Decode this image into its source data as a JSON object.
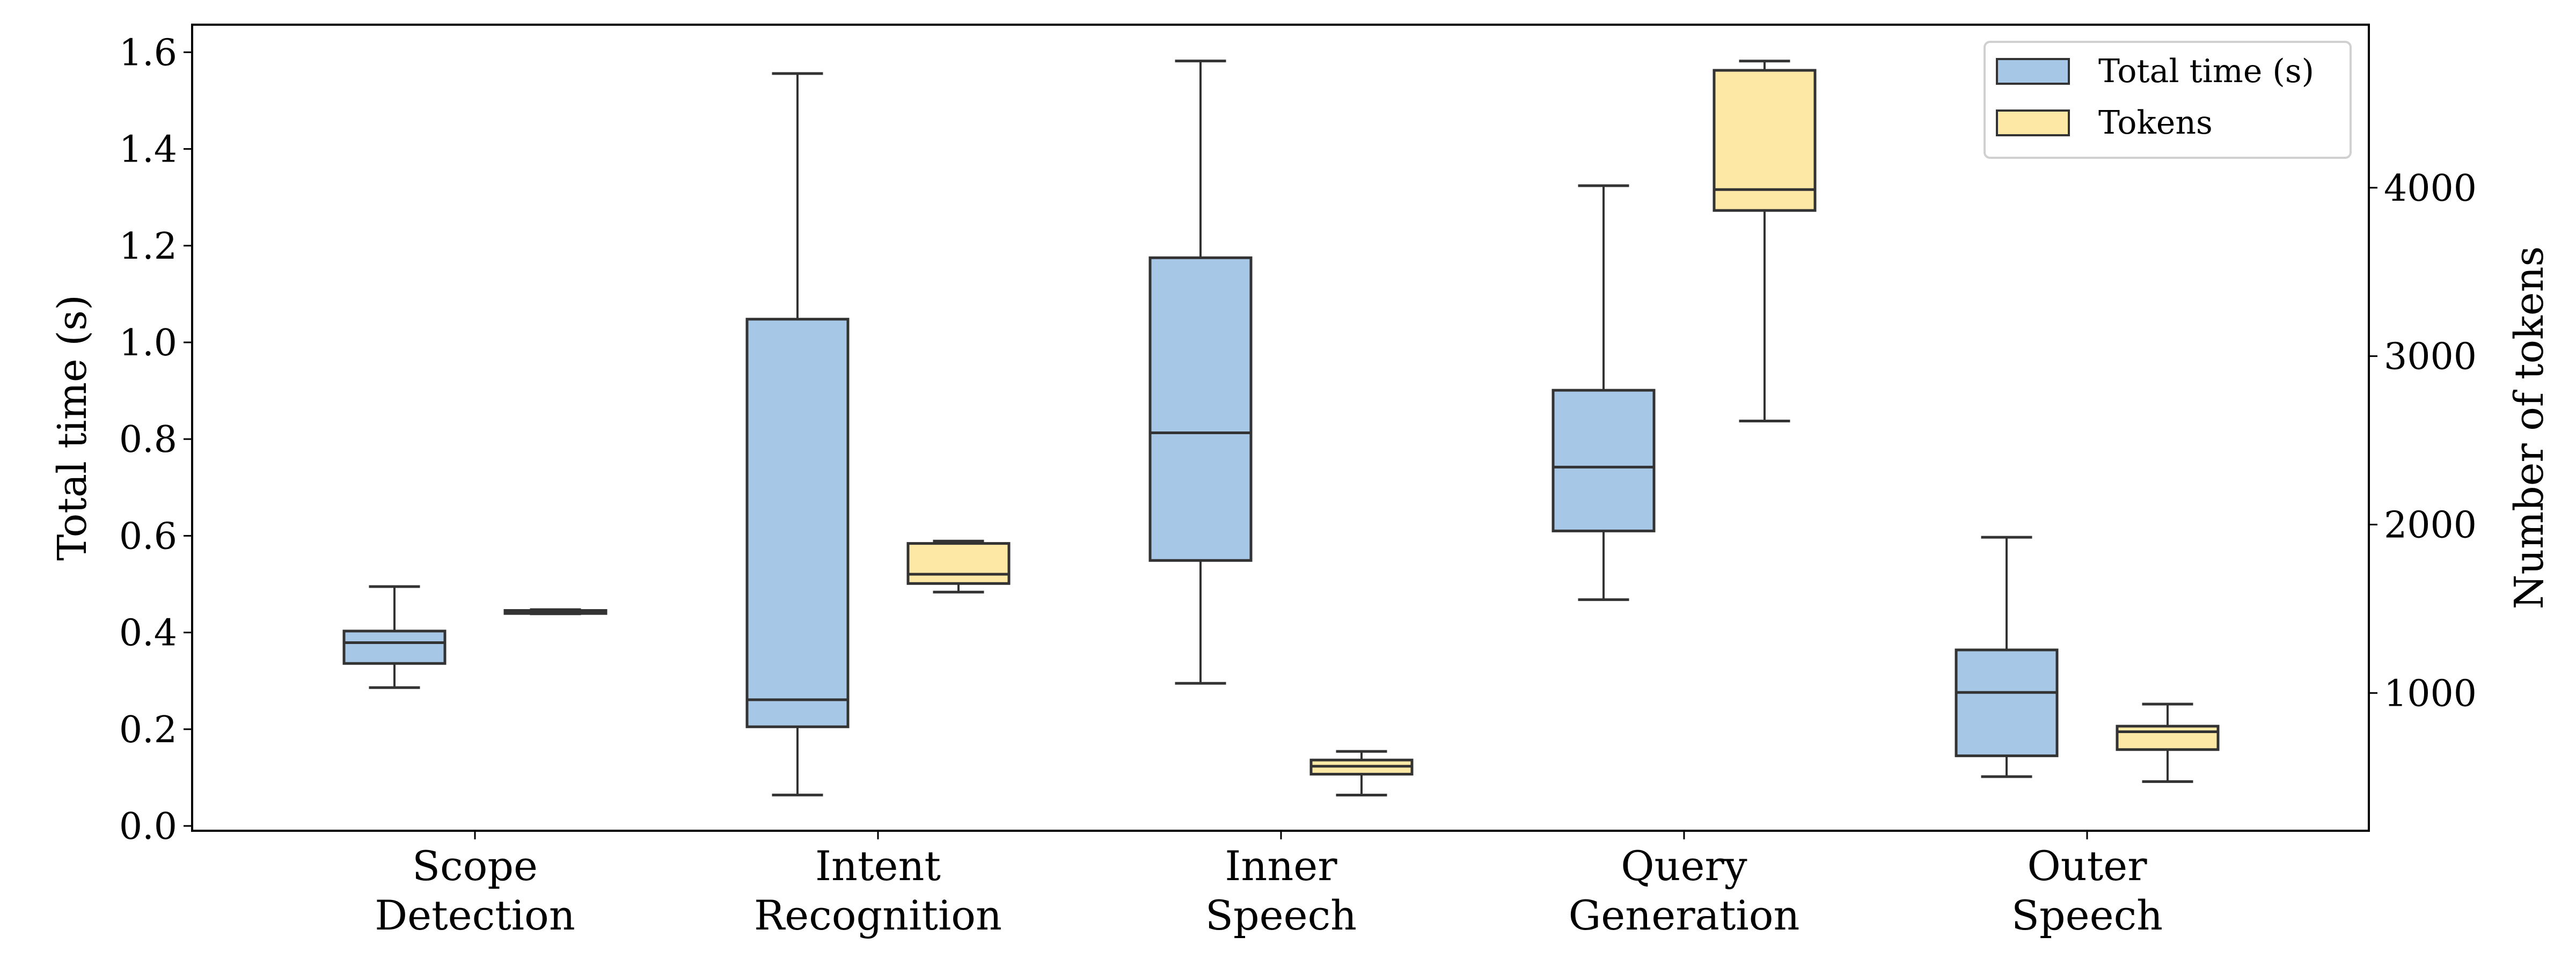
{
  "chart_data": {
    "type": "boxplot",
    "categories": [
      [
        "Scope",
        "Detection"
      ],
      [
        "Intent",
        "Recognition"
      ],
      [
        "Inner",
        "Speech"
      ],
      [
        "Query",
        "Generation"
      ],
      [
        "Outer",
        "Speech"
      ]
    ],
    "ylabel_left": "Total time (s)",
    "ylabel_right": "Number of tokens",
    "ylim_left": [
      -0.01,
      1.657
    ],
    "ylim_right": [
      182,
      4968
    ],
    "yticks_left": [
      "0.0",
      "0.2",
      "0.4",
      "0.6",
      "0.8",
      "1.0",
      "1.2",
      "1.4",
      "1.6"
    ],
    "yticks_right": [
      "1000",
      "2000",
      "3000",
      "4000"
    ],
    "grid": false,
    "legend_position": "top-right",
    "series": [
      {
        "name": "Total time (s)",
        "axis": "left",
        "color": "#a7c7e7",
        "stats": [
          {
            "whislo": 0.286,
            "q1": 0.336,
            "med": 0.379,
            "q3": 0.403,
            "whishi": 0.495
          },
          {
            "whislo": 0.064,
            "q1": 0.205,
            "med": 0.261,
            "q3": 1.048,
            "whishi": 1.556
          },
          {
            "whislo": 0.295,
            "q1": 0.549,
            "med": 0.813,
            "q3": 1.175,
            "whishi": 1.582
          },
          {
            "whislo": 0.468,
            "q1": 0.61,
            "med": 0.742,
            "q3": 0.901,
            "whishi": 1.324
          },
          {
            "whislo": 0.102,
            "q1": 0.145,
            "med": 0.276,
            "q3": 0.364,
            "whishi": 0.597
          }
        ]
      },
      {
        "name": "Tokens",
        "axis": "right",
        "color": "#fde8a6",
        "stats": [
          {
            "whislo": 1470,
            "q1": 1472,
            "med": 1482,
            "q3": 1490,
            "whishi": 1495
          },
          {
            "whislo": 1599,
            "q1": 1650,
            "med": 1705,
            "q3": 1888,
            "whishi": 1902
          },
          {
            "whislo": 394,
            "q1": 518,
            "med": 565,
            "q3": 602,
            "whishi": 653
          },
          {
            "whislo": 2615,
            "q1": 3865,
            "med": 3989,
            "q3": 4697,
            "whishi": 4752
          },
          {
            "whislo": 474,
            "q1": 664,
            "med": 770,
            "q3": 803,
            "whishi": 934
          }
        ]
      }
    ],
    "edge_color": "#333333"
  }
}
